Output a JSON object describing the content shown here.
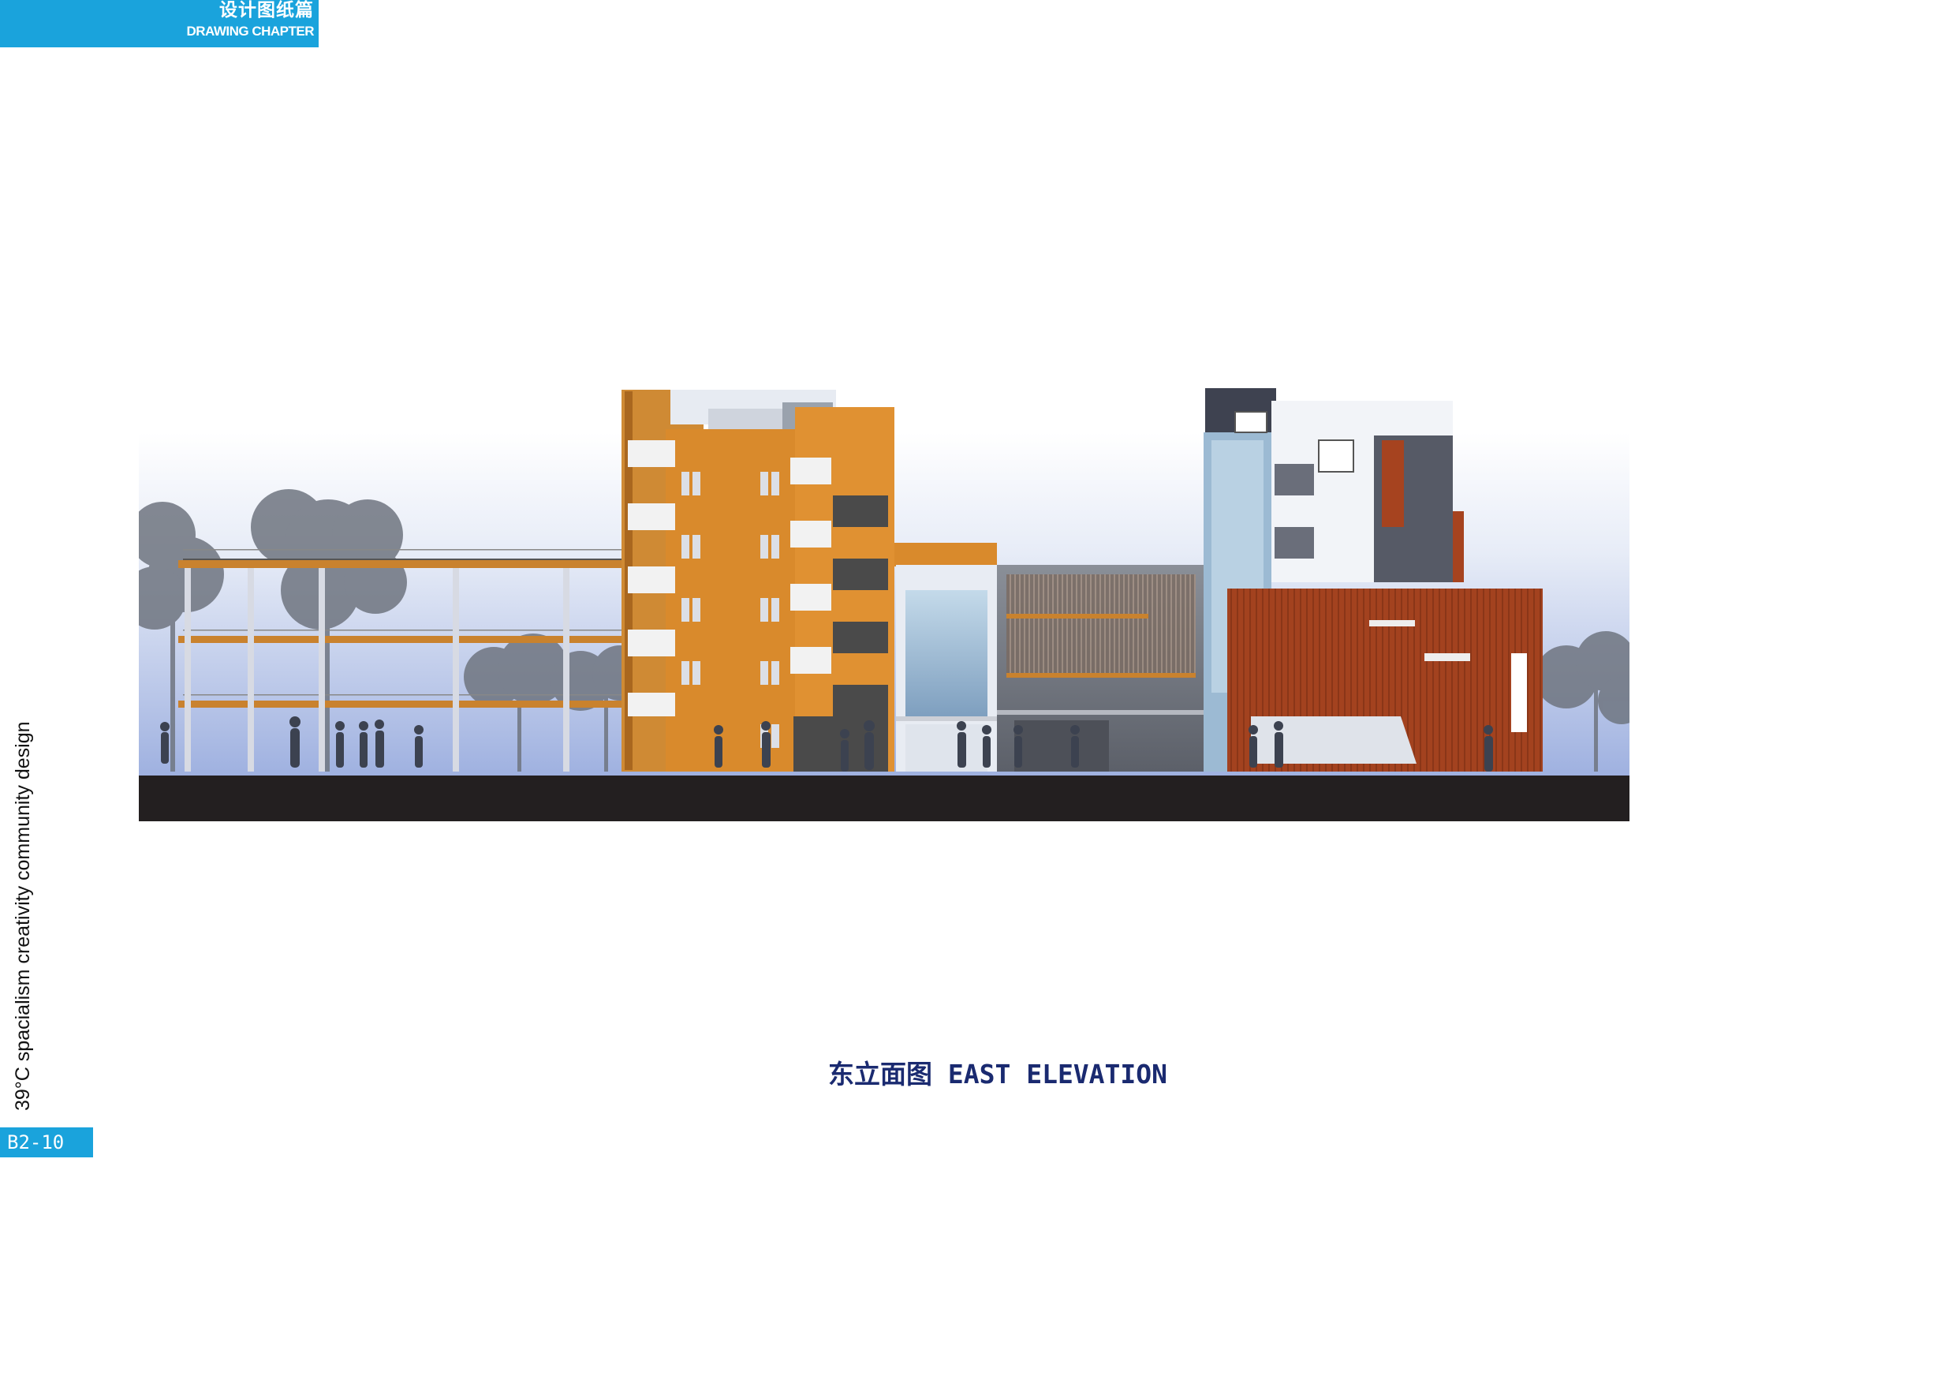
{
  "header": {
    "chapter_cn": "设计图纸篇",
    "chapter_en": "DRAWING CHAPTER",
    "color": "#1aa3dc"
  },
  "sidebar": {
    "project_title": "39°C spacialism creativity community design"
  },
  "page": {
    "number": "B2-10"
  },
  "drawing": {
    "caption": "东立面图 EAST ELEVATION"
  }
}
